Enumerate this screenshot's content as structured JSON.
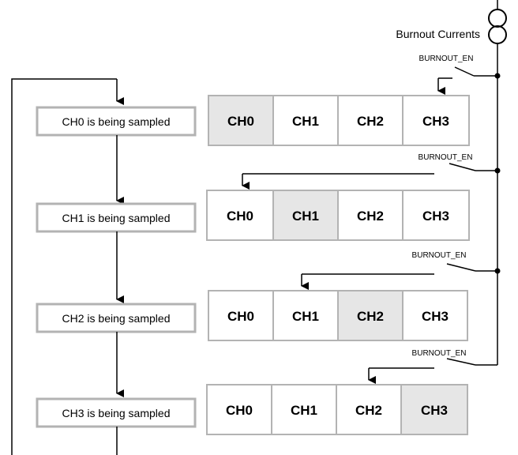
{
  "source_label": "Burnout Currents",
  "switch_label": "BURNOUT_EN",
  "channels": [
    "CH0",
    "CH1",
    "CH2",
    "CH3"
  ],
  "steps": [
    {
      "label": "CH0 is being sampled",
      "active_channel": 0
    },
    {
      "label": "CH1 is being sampled",
      "active_channel": 1
    },
    {
      "label": "CH2 is being sampled",
      "active_channel": 2
    },
    {
      "label": "CH3 is being sampled",
      "active_channel": 3
    }
  ]
}
